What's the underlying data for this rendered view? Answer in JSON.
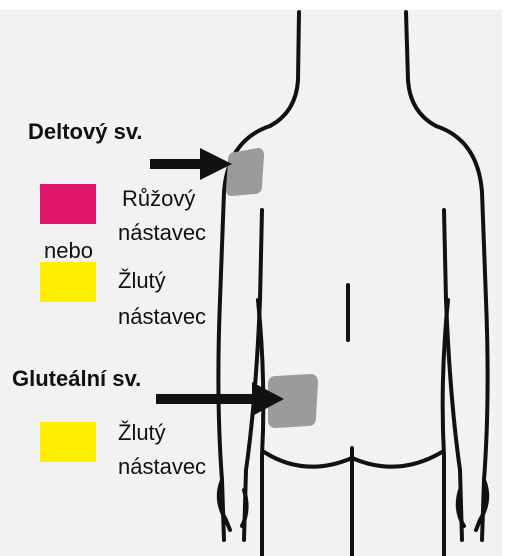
{
  "sites": {
    "deltoid": {
      "heading": "Deltový sv.",
      "option1": {
        "line1": "Růžový",
        "line2": "nástavec",
        "color": "#e0176a"
      },
      "separator": "nebo",
      "option2": {
        "line1": "Žlutý",
        "line2": "nástavec",
        "color": "#ffee00"
      }
    },
    "gluteal": {
      "heading": "Gluteální sv.",
      "option1": {
        "line1": "Žlutý",
        "line2": "nástavec",
        "color": "#ffee00"
      }
    }
  },
  "colors": {
    "background": "#f2f2f2",
    "outline": "#111111",
    "injection_zone": "#9b9b9b",
    "arrow": "#111111"
  }
}
